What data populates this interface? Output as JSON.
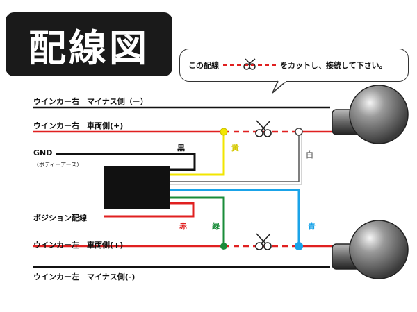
{
  "title": "配線図",
  "callout": {
    "before": "この配線",
    "after": "をカットし、接続して下さい。"
  },
  "labels": {
    "right_minus": "ウインカー右　マイナス側（－）",
    "right_plus": "ウインカー右　車両側(+)",
    "gnd": "GND",
    "gnd_sub": "（ボディーアース）",
    "position": "ポジション配線",
    "left_plus": "ウインカー左　車両側(+)",
    "left_minus": "ウインカー左　マイナス側(-)"
  },
  "wire_colors": {
    "black": "黒",
    "yellow": "黄",
    "white": "白",
    "red": "赤",
    "green": "緑",
    "blue": "青"
  },
  "colors": {
    "red": "#e02020",
    "yellow": "#f2e600",
    "green": "#1a8c3a",
    "blue": "#1aa3e8",
    "black": "#111111",
    "white_wire": "#555555"
  },
  "icons": [
    "scissors-icon",
    "turn-signal-bulb-icon"
  ]
}
